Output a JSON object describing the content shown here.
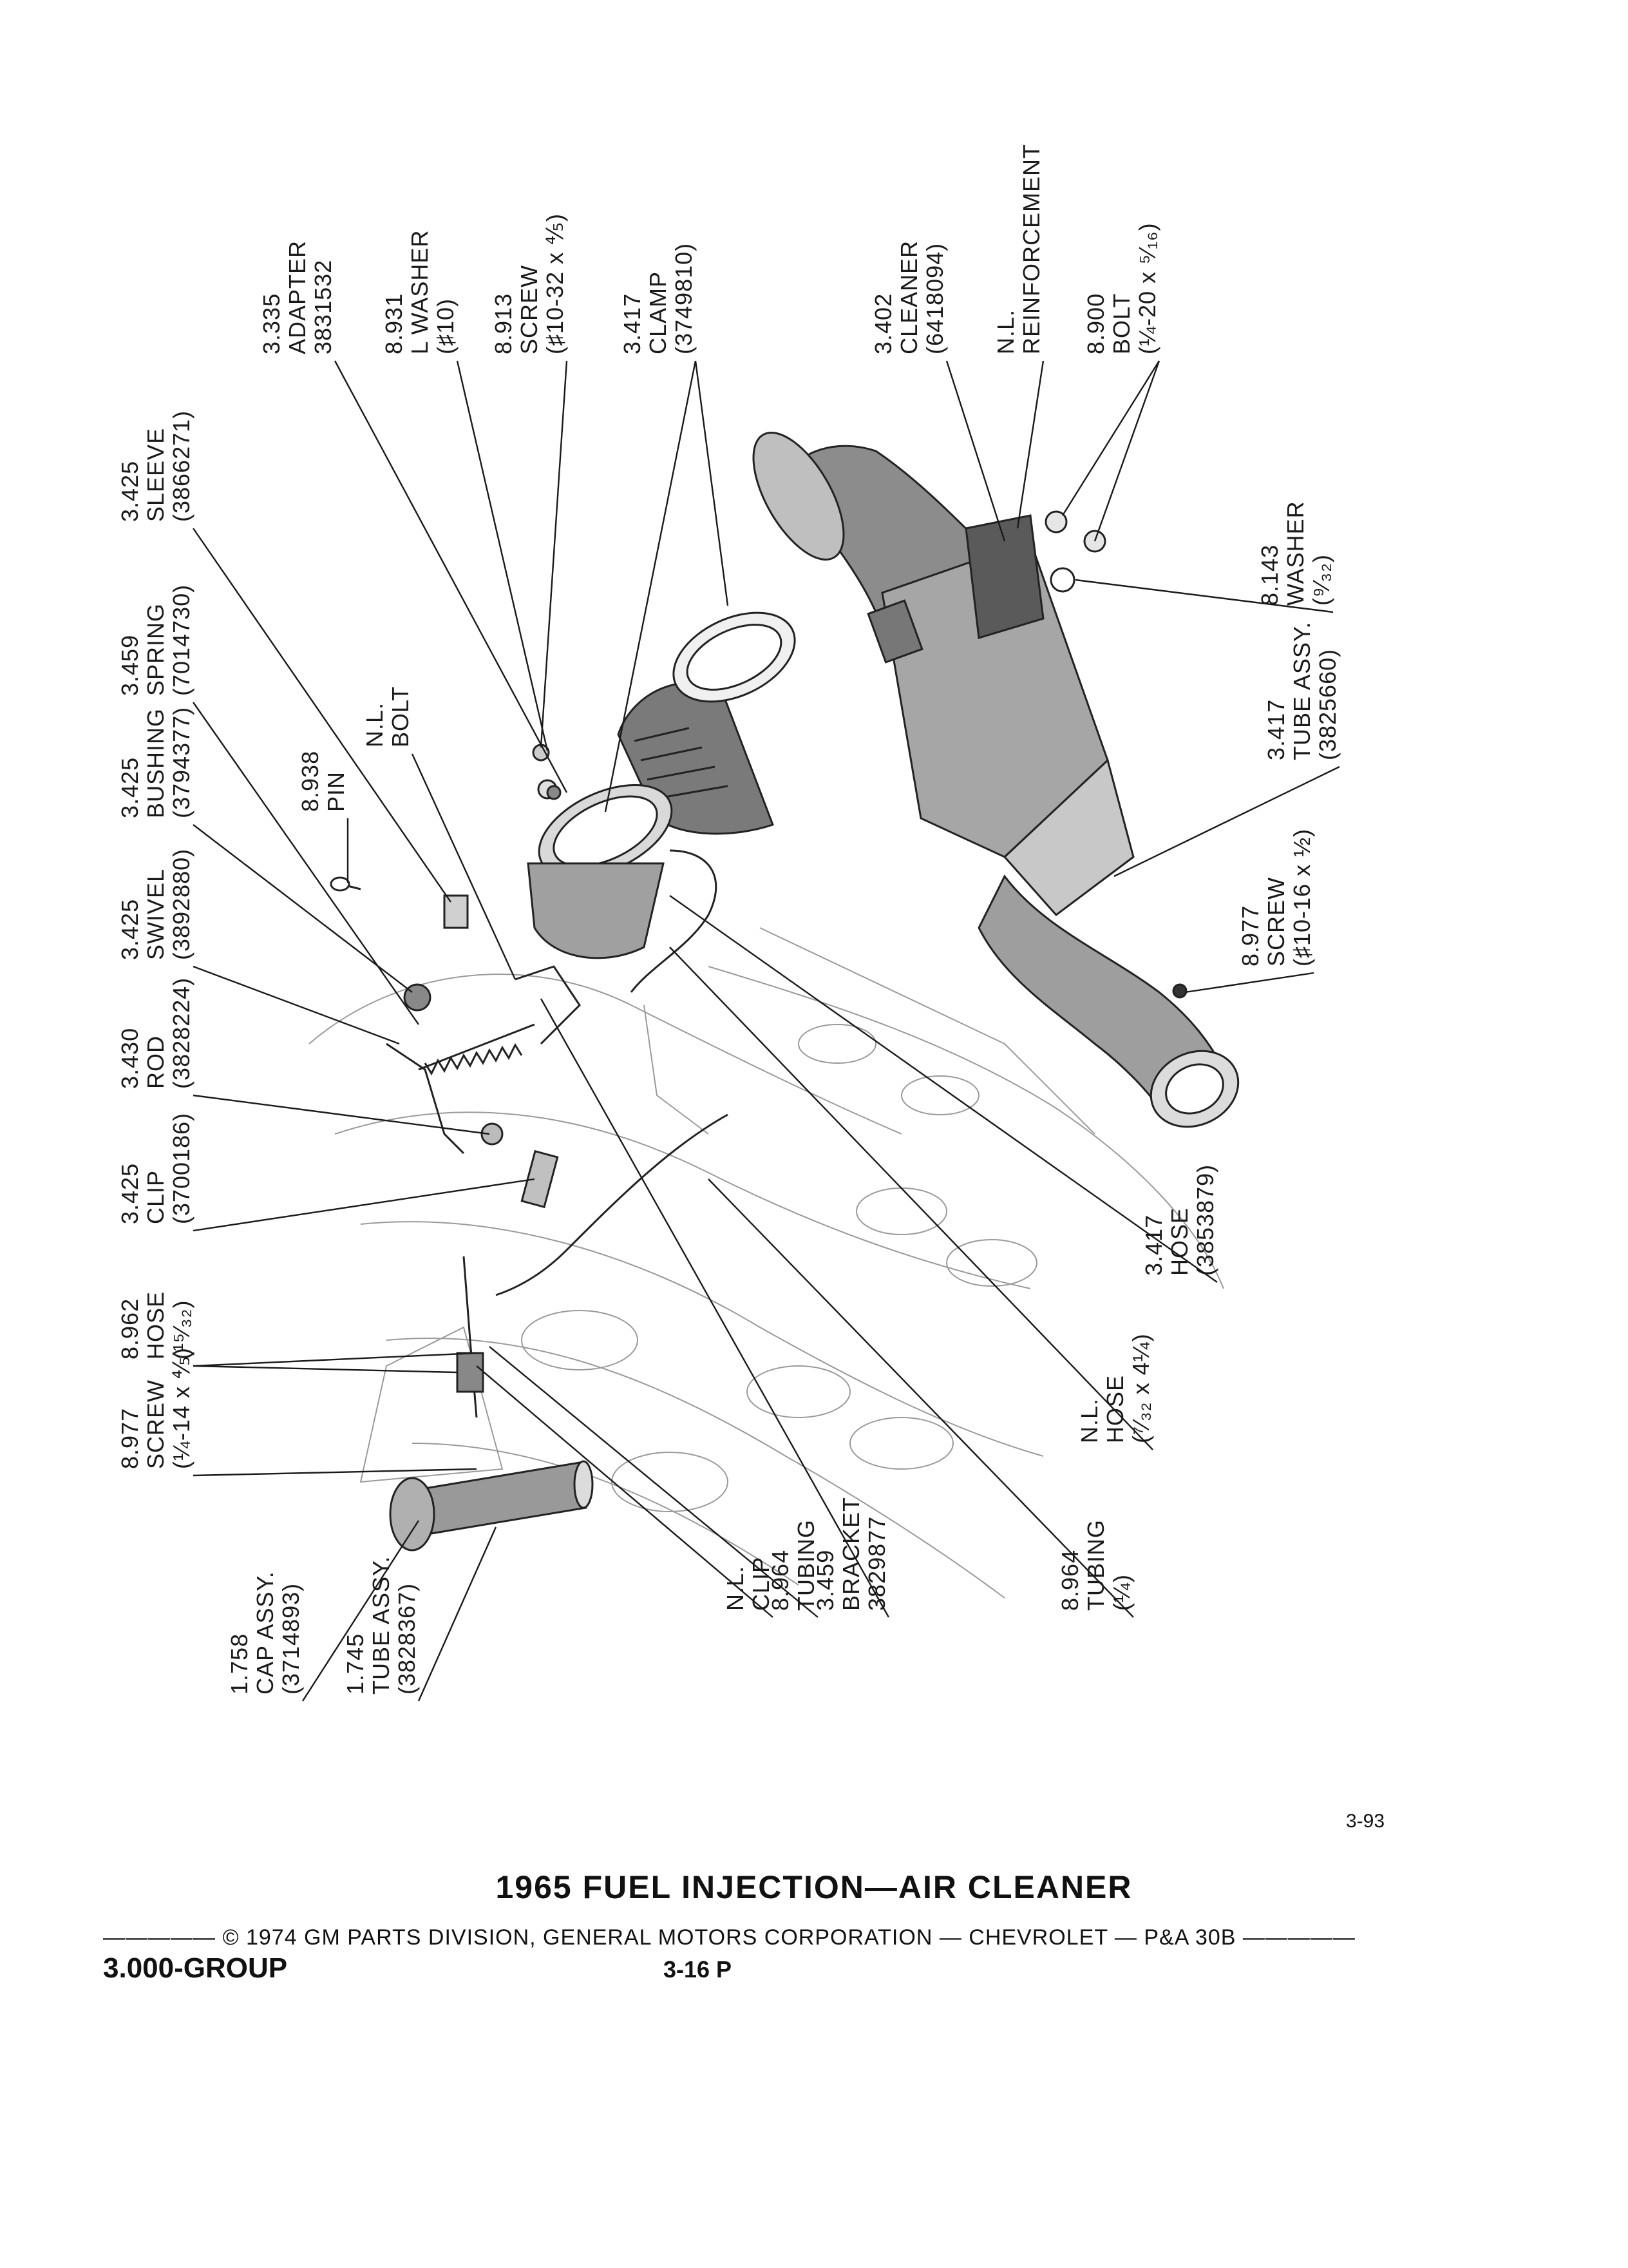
{
  "title": "1965 FUEL INJECTION—AIR CLEANER",
  "copyright": "————— © 1974 GM PARTS DIVISION, GENERAL MOTORS CORPORATION — CHEVROLET — P&A 30B —————",
  "group": "3.000-GROUP",
  "page_code": "3-16  P",
  "page_ref": "3-93",
  "parts": [
    {
      "id": "adapter",
      "lines": [
        "3.335",
        "ADAPTER",
        "3831532"
      ]
    },
    {
      "id": "l-washer",
      "lines": [
        "8.931",
        "L WASHER",
        "(♯10)"
      ]
    },
    {
      "id": "screw-10-32",
      "lines": [
        "8.913",
        "SCREW",
        "(♯10-32 x ⅘)"
      ]
    },
    {
      "id": "clamp",
      "lines": [
        "3.417",
        "CLAMP",
        "(3749810)"
      ]
    },
    {
      "id": "cleaner",
      "lines": [
        "3.402",
        "CLEANER",
        "(6418094)"
      ]
    },
    {
      "id": "reinforcement",
      "lines": [
        "N.L.",
        "REINFORCEMENT"
      ]
    },
    {
      "id": "bolt-1-4-20",
      "lines": [
        "8.900",
        "BOLT",
        "(¼-20 x ⁵⁄₁₆)"
      ]
    },
    {
      "id": "sleeve",
      "lines": [
        "3.425",
        "SLEEVE",
        "(3866271)"
      ]
    },
    {
      "id": "spring",
      "lines": [
        "3.459",
        "SPRING",
        "(7014730)"
      ]
    },
    {
      "id": "bushing",
      "lines": [
        "3.425",
        "BUSHING",
        "(3794377)"
      ]
    },
    {
      "id": "pin",
      "lines": [
        "8.938",
        "PIN"
      ]
    },
    {
      "id": "nl-bolt",
      "lines": [
        "N.L.",
        "BOLT"
      ]
    },
    {
      "id": "washer",
      "lines": [
        "8.143",
        "WASHER",
        "(⁹⁄₃₂)"
      ]
    },
    {
      "id": "tube-assy-3825660",
      "lines": [
        "3.417",
        "TUBE ASSY.",
        "(3825660)"
      ]
    },
    {
      "id": "swivel",
      "lines": [
        "3.425",
        "SWIVEL",
        "(3892880)"
      ]
    },
    {
      "id": "rod",
      "lines": [
        "3.430",
        "ROD",
        "(3828224)"
      ]
    },
    {
      "id": "clip-3700186",
      "lines": [
        "3.425",
        "CLIP",
        "(3700186)"
      ]
    },
    {
      "id": "screw-10-16",
      "lines": [
        "8.977",
        "SCREW",
        "(♯10-16 x ½)"
      ]
    },
    {
      "id": "hose-15-32",
      "lines": [
        "8.962",
        "HOSE",
        "(¹⁵⁄₃₂)"
      ]
    },
    {
      "id": "screw-1-4-14",
      "lines": [
        "8.977",
        "SCREW",
        "(¼-14 x ⅘)"
      ]
    },
    {
      "id": "hose-3853879",
      "lines": [
        "3.417",
        "HOSE",
        "(3853879)"
      ]
    },
    {
      "id": "nl-hose",
      "lines": [
        "N.L.",
        "HOSE",
        "(⁷⁄₃₂ x 4¼)"
      ]
    },
    {
      "id": "nl-clip",
      "lines": [
        "N.L.",
        "CLIP"
      ]
    },
    {
      "id": "tubing-8964-a",
      "lines": [
        "8.964",
        "TUBING"
      ]
    },
    {
      "id": "bracket",
      "lines": [
        "3.459",
        "BRACKET",
        "3829877"
      ]
    },
    {
      "id": "tubing-1-4",
      "lines": [
        "8.964",
        "TUBING",
        "(¼)"
      ]
    },
    {
      "id": "cap-assy",
      "lines": [
        "1.758",
        "CAP ASSY.",
        "(3714893)"
      ]
    },
    {
      "id": "tube-assy-3828367",
      "lines": [
        "1.745",
        "TUBE ASSY.",
        "(3828367)"
      ]
    }
  ]
}
